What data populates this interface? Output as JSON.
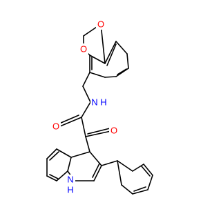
{
  "molecule": {
    "atoms": {
      "o1": {
        "label": "O"
      },
      "o2": {
        "label": "O"
      },
      "nh": {
        "label": "N",
        "h": "H"
      },
      "o_amide": {
        "label": "O"
      },
      "o_keto": {
        "label": "O"
      },
      "indole_n": {
        "label": "N",
        "h": "H"
      }
    },
    "colors": {
      "bond": "#000000",
      "oxygen": "#ff0000",
      "nitrogen": "#0000ff"
    }
  }
}
